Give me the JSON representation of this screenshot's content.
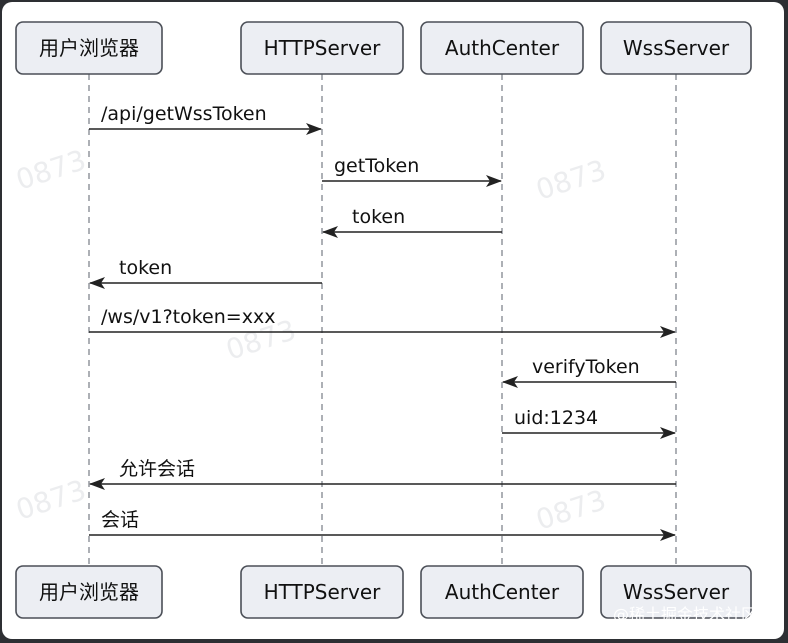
{
  "participants": [
    {
      "id": "browser",
      "label": "用户浏览器"
    },
    {
      "id": "http",
      "label": "HTTPServer"
    },
    {
      "id": "auth",
      "label": "AuthCenter"
    },
    {
      "id": "wss",
      "label": "WssServer"
    }
  ],
  "messages": [
    {
      "from": "browser",
      "to": "http",
      "label": "/api/getWssToken"
    },
    {
      "from": "http",
      "to": "auth",
      "label": "getToken"
    },
    {
      "from": "auth",
      "to": "http",
      "label": "token"
    },
    {
      "from": "http",
      "to": "browser",
      "label": "token"
    },
    {
      "from": "browser",
      "to": "wss",
      "label": "/ws/v1?token=xxx"
    },
    {
      "from": "wss",
      "to": "auth",
      "label": "verifyToken"
    },
    {
      "from": "auth",
      "to": "wss",
      "label": "uid:1234"
    },
    {
      "from": "wss",
      "to": "browser",
      "label": "允许会话"
    },
    {
      "from": "browser",
      "to": "wss",
      "label": "会话"
    }
  ],
  "footer_watermark": "@稀土掘金技术社区",
  "colors": {
    "box_fill": "#eceef3",
    "box_stroke": "#4b4f57",
    "lifeline": "#8a8e96",
    "arrow": "#222222"
  }
}
